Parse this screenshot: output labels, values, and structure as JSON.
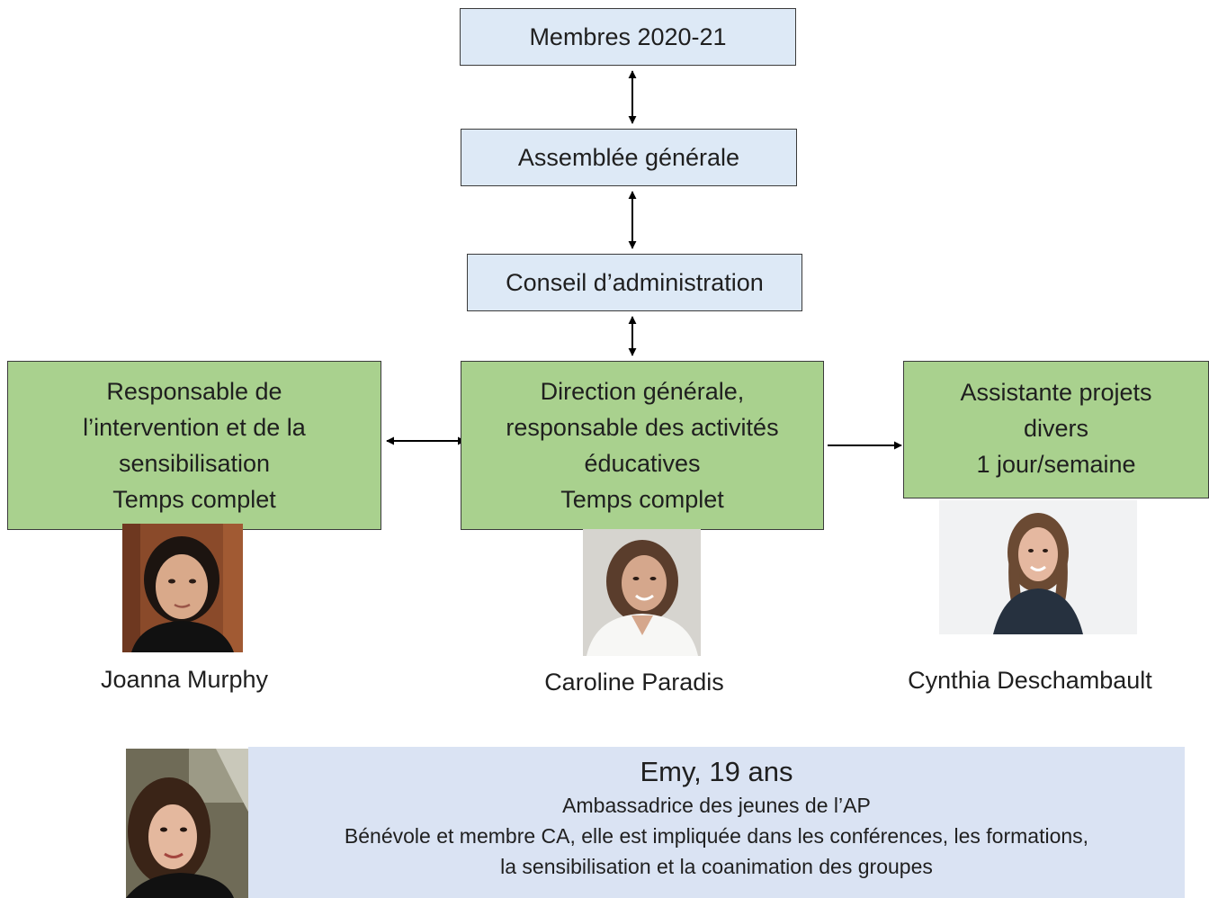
{
  "boxes": {
    "members": "Membres 2020-21",
    "assembly": "Assemblée générale",
    "board": "Conseil d’administration",
    "left": [
      "Responsable de",
      "l’intervention et de la",
      "sensibilisation",
      "Temps complet"
    ],
    "center": [
      "Direction générale,",
      "responsable des activités",
      "éducatives",
      "Temps complet"
    ],
    "right": [
      "Assistante projets",
      "divers",
      "1 jour/semaine"
    ]
  },
  "people": {
    "left": "Joanna Murphy",
    "center": "Caroline Paradis",
    "right": "Cynthia Deschambault"
  },
  "ambassador": {
    "title": "Emy, 19 ans",
    "role": "Ambassadrice des jeunes de l’AP",
    "description_line1": "Bénévole et membre CA, elle est impliquée dans les conférences, les formations,",
    "description_line2": "la sensibilisation et la coanimation des groupes"
  },
  "colors": {
    "top_boxes": "#dde9f6",
    "role_boxes": "#a9d18e",
    "info_panel": "#dae3f3"
  }
}
